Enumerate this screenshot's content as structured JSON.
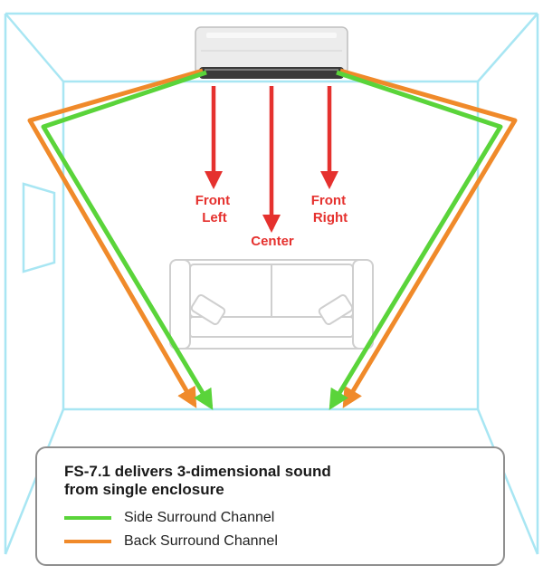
{
  "colors": {
    "room": "#a8e6f3",
    "sofa": "#cfcfcf",
    "front_channels": "#e5312e",
    "side_surround": "#5ad43a",
    "back_surround": "#f08a2a",
    "speaker": "#dcdcdc"
  },
  "labels": {
    "front_left": [
      "Front",
      "Left"
    ],
    "center": "Center",
    "front_right": [
      "Front",
      "Right"
    ]
  },
  "caption": {
    "title_line1": "FS-7.1 delivers 3-dimensional sound",
    "title_line2": "from single enclosure"
  },
  "legend": [
    {
      "label": "Side Surround Channel",
      "color": "#5ad43a"
    },
    {
      "label": "Back Surround Channel",
      "color": "#f08a2a"
    }
  ]
}
